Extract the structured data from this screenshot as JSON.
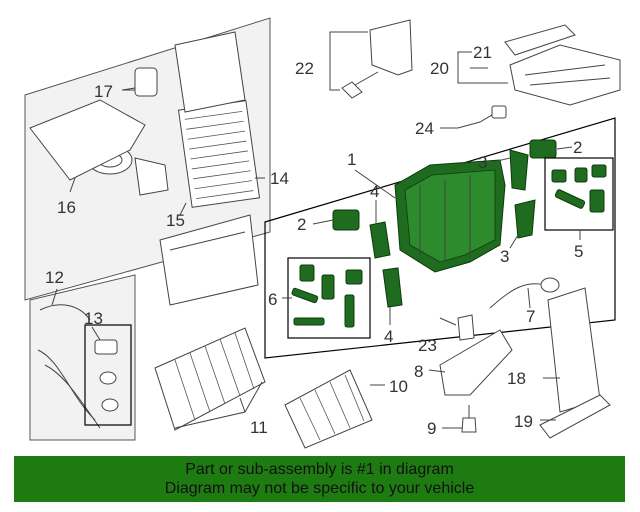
{
  "callouts": {
    "c1": "1",
    "c2a": "2",
    "c2b": "2",
    "c3a": "3",
    "c3b": "3",
    "c4a": "4",
    "c4b": "4",
    "c5": "5",
    "c6": "6",
    "c7": "7",
    "c8": "8",
    "c9": "9",
    "c10": "10",
    "c11": "11",
    "c12": "12",
    "c13": "13",
    "c14": "14",
    "c15": "15",
    "c16": "16",
    "c17": "17",
    "c18": "18",
    "c19": "19",
    "c20": "20",
    "c21": "21",
    "c22": "22",
    "c23": "23",
    "c24": "24"
  },
  "highlight_color": "#1f6b1f",
  "banner": {
    "color": "#1e7b12",
    "line1": "Part or sub-assembly is #1 in diagram",
    "line2": "Diagram may not be specific to your vehicle"
  }
}
